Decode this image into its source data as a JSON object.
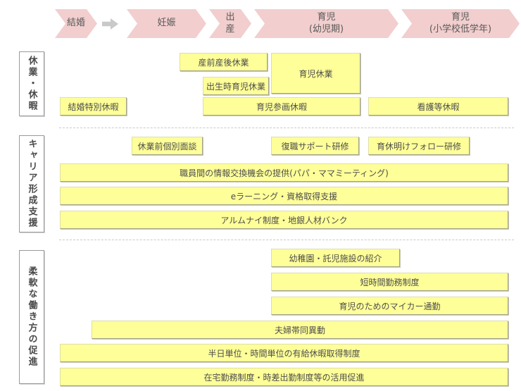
{
  "timeline": {
    "stages": [
      {
        "id": "marriage",
        "label": "結婚"
      },
      {
        "id": "pregnancy",
        "label": "妊娠"
      },
      {
        "id": "birth",
        "label": "出\n産"
      },
      {
        "id": "childcare-infancy",
        "label": "育児\n(幼児期)"
      },
      {
        "id": "childcare-elementary",
        "label": "育児\n(小学校低学年)"
      }
    ]
  },
  "sections": [
    {
      "title": "休業・休暇",
      "items": [
        {
          "label": "産前産後休業"
        },
        {
          "label": "出生時育児休業"
        },
        {
          "label": "育児休業"
        },
        {
          "label": "結婚特別休暇"
        },
        {
          "label": "育児参画休暇"
        },
        {
          "label": "看護等休暇"
        }
      ]
    },
    {
      "title": "キャリア形成支援",
      "items": [
        {
          "label": "休業前個別面談"
        },
        {
          "label": "復職サポート研修"
        },
        {
          "label": "育休明けフォロー研修"
        },
        {
          "label": "職員間の情報交換機会の提供(パパ・ママミーティング)"
        },
        {
          "label": "eラーニング・資格取得支援"
        },
        {
          "label": "アルムナイ制度・地銀人材バンク"
        }
      ]
    },
    {
      "title": "柔軟な働き方の促進",
      "items": [
        {
          "label": "幼稚園・託児施設の紹介"
        },
        {
          "label": "短時間勤務制度"
        },
        {
          "label": "育児のためのマイカー通勤"
        },
        {
          "label": "夫婦帯同異動"
        },
        {
          "label": "半日単位・時間単位の有給休暇取得制度"
        },
        {
          "label": "在宅勤務制度・時差出勤制度等の活用促進"
        }
      ]
    }
  ],
  "colors": {
    "stage_fill": "#f2cece",
    "item_fill": "#ffff99",
    "item_border": "#a3a38f",
    "label_border": "#9a9a9a",
    "arrow": "#c9c9c9",
    "text": "#595959",
    "dash": "#c9c9c9"
  }
}
